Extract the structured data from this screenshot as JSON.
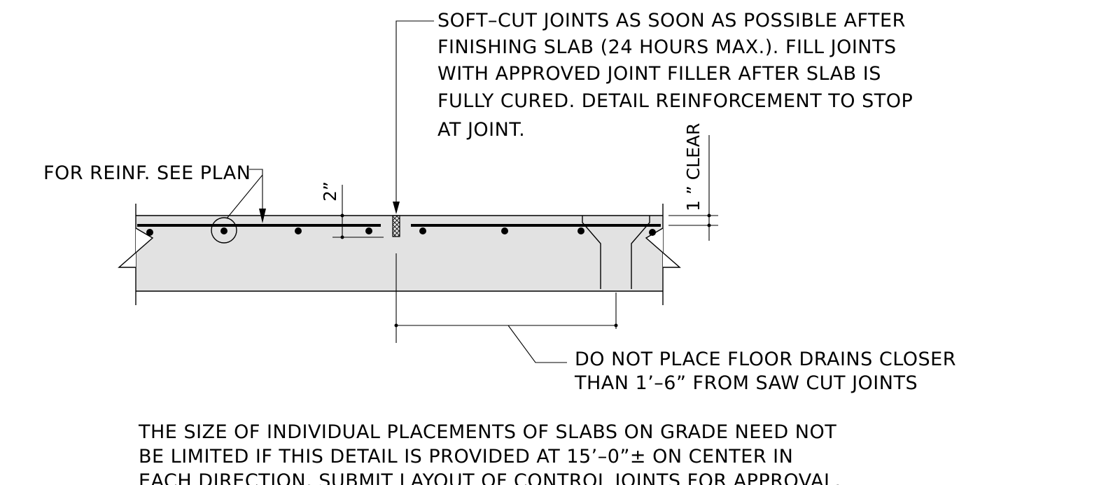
{
  "notes": {
    "soft_cut": [
      "SOFT–CUT JOINTS AS SOON AS POSSIBLE AFTER",
      "FINISHING SLAB (24 HOURS MAX.). FILL JOINTS",
      "WITH APPROVED JOINT FILLER AFTER SLAB IS",
      "FULLY CURED. DETAIL REINFORCEMENT  TO STOP",
      "AT JOINT."
    ],
    "reinf": "FOR REINF. SEE PLAN",
    "floor_drains": [
      "DO NOT PLACE FLOOR DRAINS CLOSER",
      "THAN 1’–6” FROM SAW CUT JOINTS"
    ],
    "general": [
      "THE SIZE OF INDIVIDUAL PLACEMENTS OF SLABS ON GRADE NEED NOT",
      "BE LIMITED IF THIS DETAIL IS PROVIDED AT 15’–0”± ON CENTER IN",
      "EACH DIRECTION. SUBMIT LAYOUT OF CONTROL JOINTS FOR APPROVAL."
    ]
  },
  "dimensions": {
    "top_cover": "2”",
    "clear_cover": "1 ” CLEAR"
  },
  "colors": {
    "slab_fill": "#e2e2e2",
    "line": "#000000"
  }
}
